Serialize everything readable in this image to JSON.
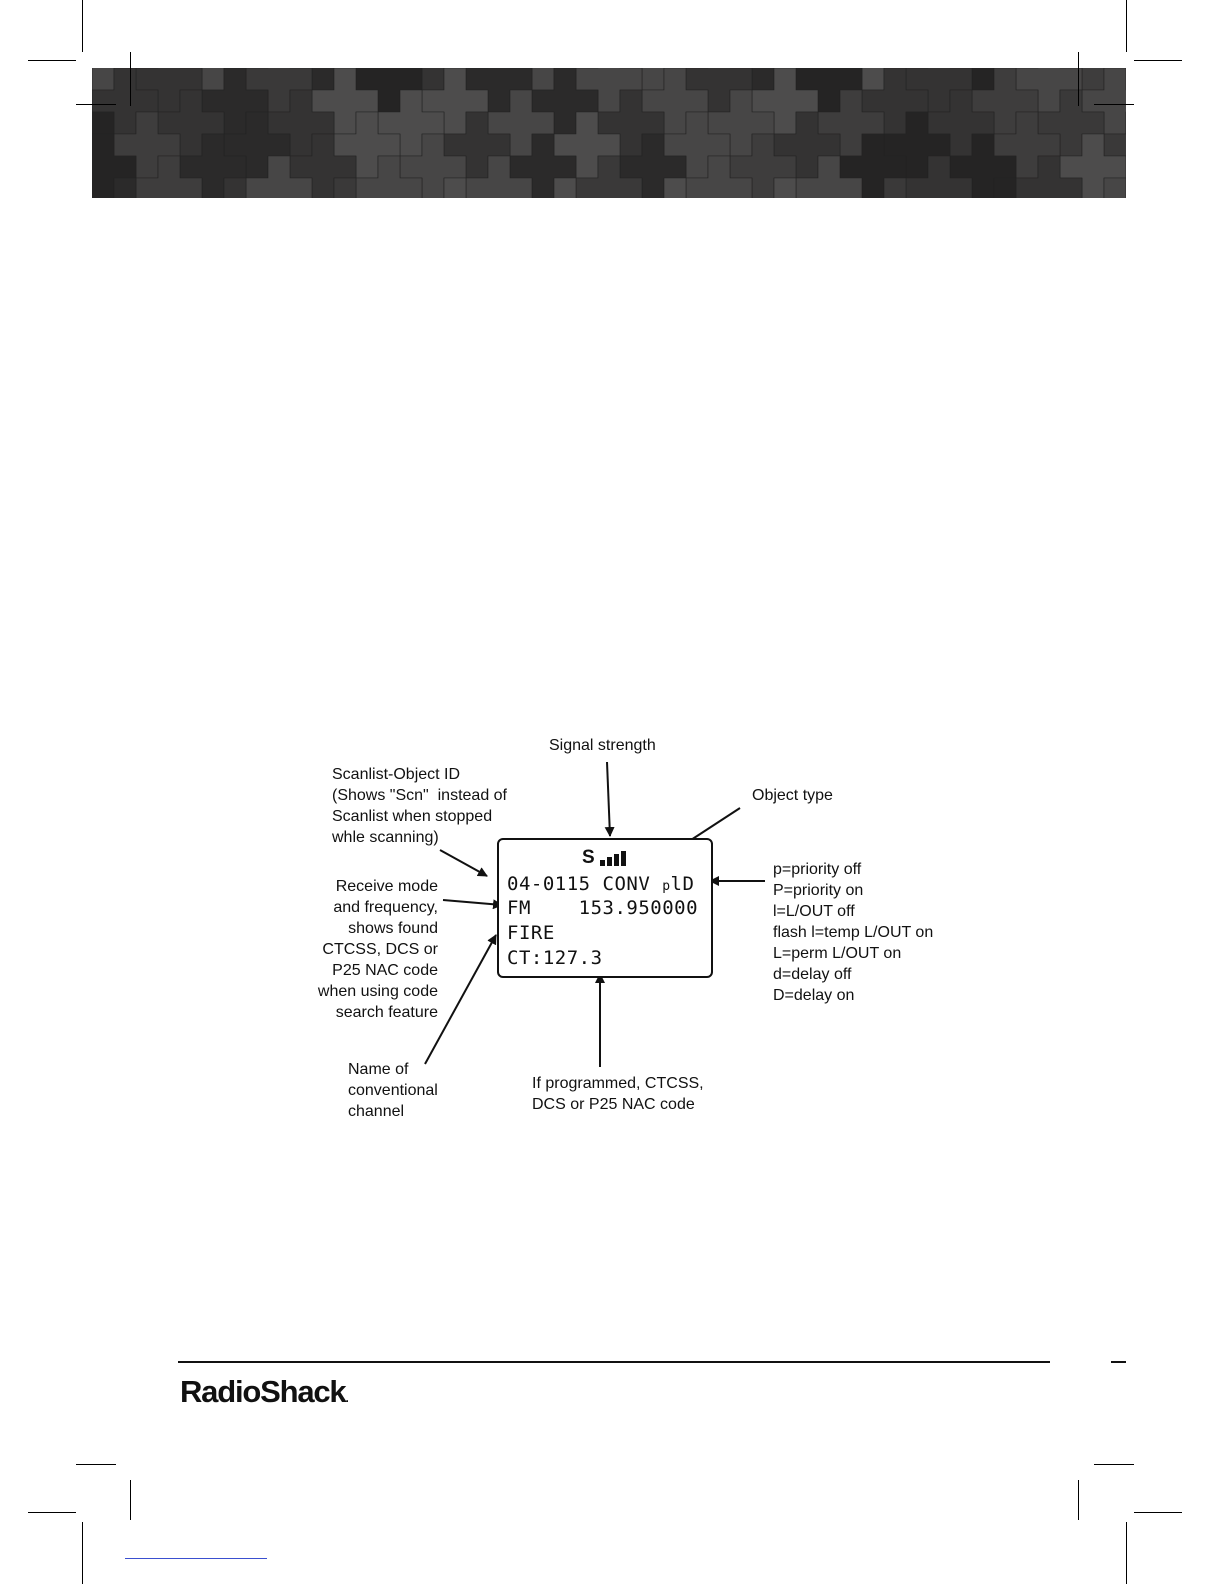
{
  "colors": {
    "header_dark": "#3a3939",
    "ink": "#111111",
    "link_blue": "#3a4fd0"
  },
  "diagram": {
    "labels": {
      "signal_strength": "Signal strength",
      "object_type": "Object type",
      "scanlist_id": [
        "Scanlist-Object ID",
        "(Shows \"Scn\"  instead of",
        "Scanlist when stopped",
        "whle scanning)"
      ],
      "receive_mode": [
        "Receive mode",
        "and frequency,",
        "shows found",
        "CTCSS, DCS or",
        "P25 NAC code",
        "when using code",
        "search feature"
      ],
      "name_channel": [
        "Name of",
        "conventional",
        "channel"
      ],
      "programmed_code": [
        "If programmed, CTCSS,",
        "DCS or P25 NAC code"
      ],
      "flags": [
        "p=priority off",
        "P=priority on",
        "l=L/OUT off",
        "flash l=temp L/OUT on",
        "L=perm L/OUT on",
        "d=delay off",
        "D=delay on"
      ]
    },
    "lcd": {
      "signal_letter": "S",
      "signal_level_bars": 4,
      "line1": "04-0115 CONV ",
      "line1_flag": "p",
      "line1_end": "lD",
      "line2": "FM    153.950000",
      "line3": "FIRE",
      "line4": "CT:127.3"
    }
  },
  "footer": {
    "brand": "RadioShack",
    "brand_mark": "."
  }
}
